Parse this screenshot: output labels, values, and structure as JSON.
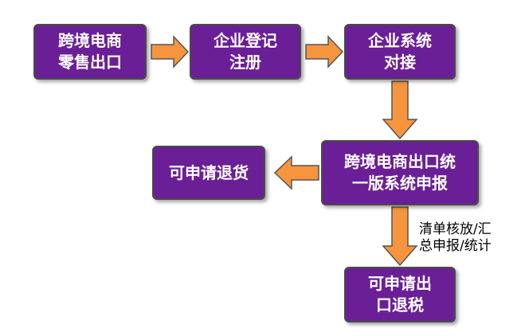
{
  "colors": {
    "box_fill": "#6a1f96",
    "arrow_fill": "#f7953e",
    "arrow_stroke": "#555555"
  },
  "nodes": {
    "cross_border_retail_export": {
      "line1": "跨境电商",
      "line2": "零售出口"
    },
    "enterprise_registration": {
      "line1": "企业登记",
      "line2": "注册"
    },
    "enterprise_system_connection": {
      "line1": "企业系统",
      "line2": "对接"
    },
    "unified_declaration": {
      "line1": "跨境电商出口统",
      "line2": "一版系统申报"
    },
    "returns_allowed": {
      "line1": "可申请退货"
    },
    "tax_refund": {
      "line1": "可申请出",
      "line2": "口退税"
    }
  },
  "annotation": {
    "line1": "清单核放/汇",
    "line2": "总申报/统计"
  }
}
